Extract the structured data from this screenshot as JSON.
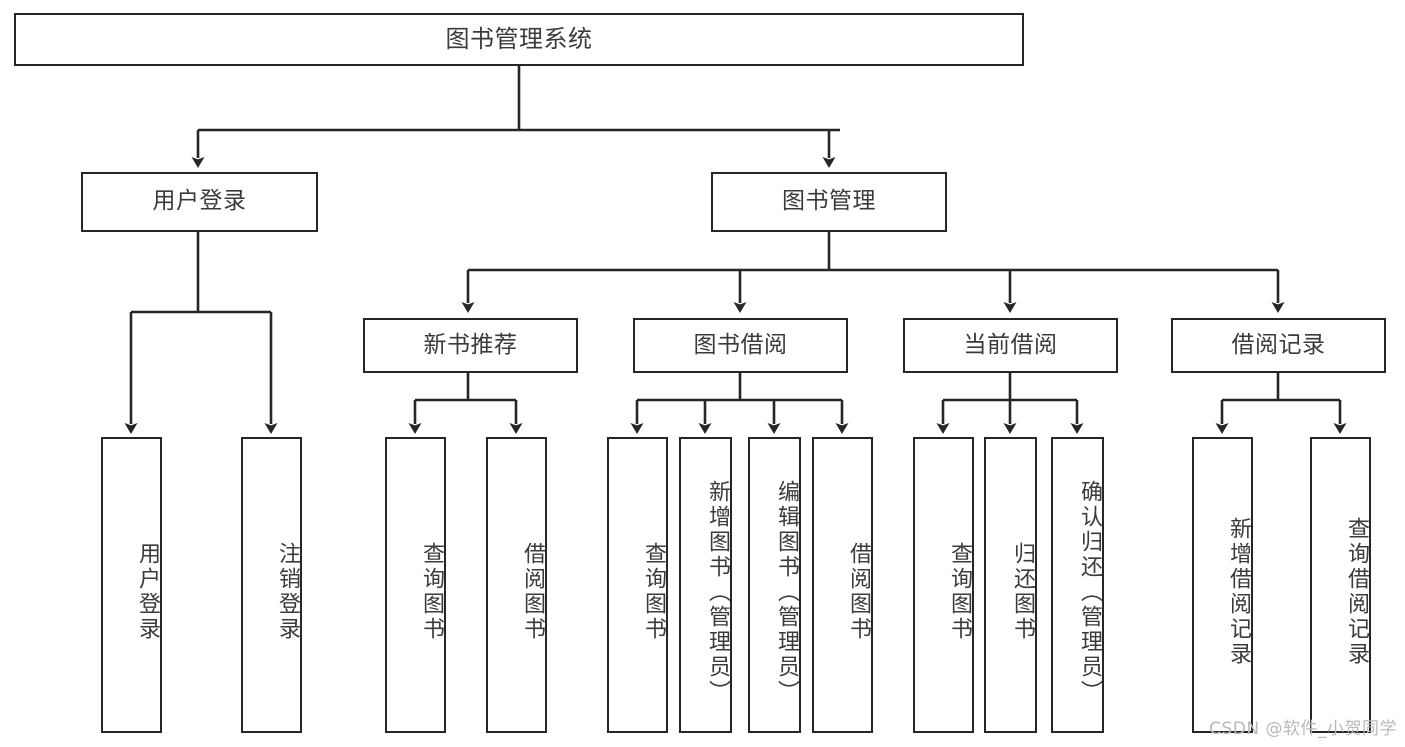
{
  "diagram": {
    "title": "图书管理系统",
    "watermark": "CSDN @软件_小贺同学",
    "colors": {
      "border": "#262626",
      "text": "#3b3b3b",
      "background": "#ffffff",
      "watermark": "#b9b9b9"
    },
    "root": {
      "label": "图书管理系统"
    },
    "level2": [
      {
        "label": "用户登录"
      },
      {
        "label": "图书管理"
      }
    ],
    "level3": [
      {
        "label": "新书推荐"
      },
      {
        "label": "图书借阅"
      },
      {
        "label": "当前借阅"
      },
      {
        "label": "借阅记录"
      }
    ],
    "leaves": {
      "user_login": [
        {
          "label": "用户登录"
        },
        {
          "label": "注销登录"
        }
      ],
      "new_book_recommend": [
        {
          "label": "查询图书"
        },
        {
          "label": "借阅图书"
        }
      ],
      "book_borrow": [
        {
          "label": "查询图书"
        },
        {
          "label": "新增图书（管理员）"
        },
        {
          "label": "编辑图书（管理员）"
        },
        {
          "label": "借阅图书"
        }
      ],
      "current_borrow": [
        {
          "label": "查询图书"
        },
        {
          "label": "归还图书"
        },
        {
          "label": "确认归还（管理员）"
        }
      ],
      "borrow_record": [
        {
          "label": "新增借阅记录"
        },
        {
          "label": "查询借阅记录"
        }
      ]
    }
  }
}
